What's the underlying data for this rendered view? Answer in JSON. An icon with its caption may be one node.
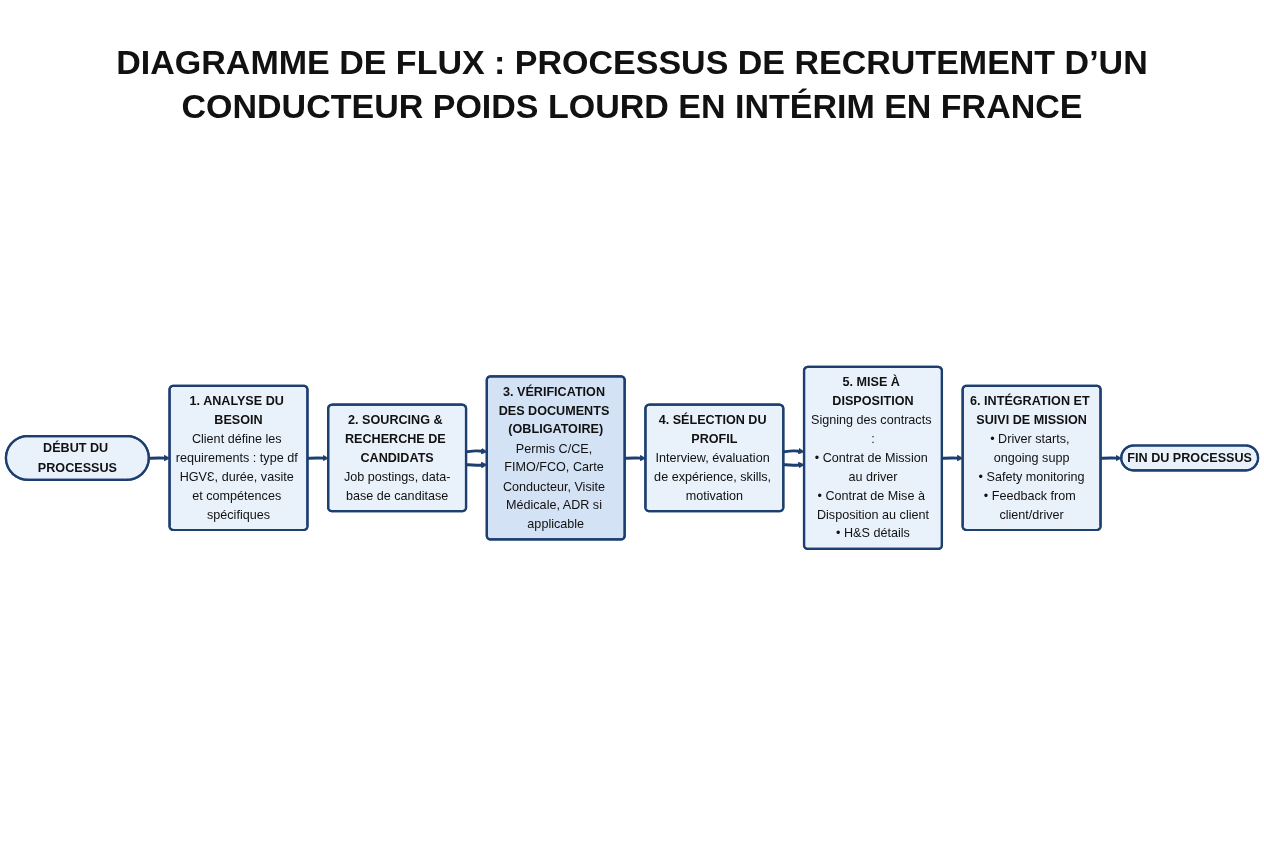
{
  "diagram": {
    "title": "DIAGRAMME DE FLUX : PROCESSUS DE RECRUTEMENT D’UN CONDUCTEUR POIDS LOURD EN INTÉRIM EN FRANCE",
    "nodes": [
      {
        "text": [
          "DÉBUT DU PROCESSUS"
        ]
      },
      {
        "text": [
          "1. ANALYSE DU BESOIN",
          "Client défine les requirements : type df HGVƐ, durée, vasite et compétences spécifiques"
        ]
      },
      {
        "text": [
          "2. SOURCING & RECHERCHE DE CANDIDATS",
          "Job postings, data-base de canditase"
        ]
      },
      {
        "text": [
          "3. VÉRIFICATION DES DOCUMENTS (OBLIGATOIRE)",
          "Permis C/CE, FIMO/FCO, Carte Conducteur, Visite Médicale, ADR si applicable"
        ]
      },
      {
        "text": [
          "4. SÉLECTION DU PROFIL",
          "Interview, évaluation de expérience, skills, motivation"
        ]
      },
      {
        "text": [
          "5. MISE À DISPOSITION",
          "Signing des contracts :",
          "• Contrat de Mission au driver",
          "• Contrat de Mise à Disposition au client",
          "• H&S détails"
        ]
      },
      {
        "text": [
          "6. INTÉGRATION ET SUIVI DE MISSION",
          "• Driver starts, ongoing supp",
          "• Safety monitoring",
          "• Feedback from client/driver"
        ]
      },
      {
        "text": [
          "FIN DU PROCESSUS"
        ]
      }
    ],
    "edges": [
      {
        "from": 0,
        "to": 1,
        "arrow": "to"
      },
      {
        "from": 1,
        "to": 2,
        "arrow": "to"
      },
      {
        "from": 2,
        "to": 3,
        "arrow": "to"
      },
      {
        "from": 2,
        "to": 3,
        "arrow": "to"
      },
      {
        "from": 3,
        "to": 4,
        "arrow": "to"
      },
      {
        "from": 4,
        "to": 5,
        "arrow": "to"
      },
      {
        "from": 4,
        "to": 5,
        "arrow": "to"
      },
      {
        "from": 5,
        "to": 6,
        "arrow": "to"
      },
      {
        "from": 6,
        "to": 7,
        "arrow": "to"
      }
    ]
  }
}
